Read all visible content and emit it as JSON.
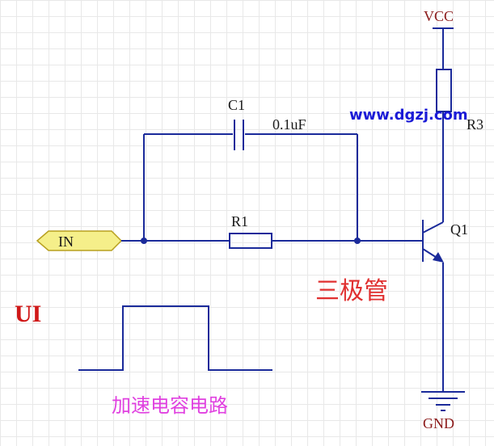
{
  "labels": {
    "vcc": "VCC",
    "gnd": "GND",
    "c1": "C1",
    "c1_value": "0.1uF",
    "r1": "R1",
    "r3": "R3",
    "q1": "Q1",
    "input_port": "IN",
    "ui": "UI",
    "transistor_cn": "三极管",
    "title_cn": "加速电容电路",
    "watermark": "www.dgzj.com"
  },
  "colors": {
    "wire": "#1a2a9a",
    "rail_text": "#8b1a1a",
    "port_fill": "#f5ef8a",
    "annotation_red": "#e03030",
    "annotation_pink": "#e040e0",
    "watermark": "#1a1ad6"
  }
}
